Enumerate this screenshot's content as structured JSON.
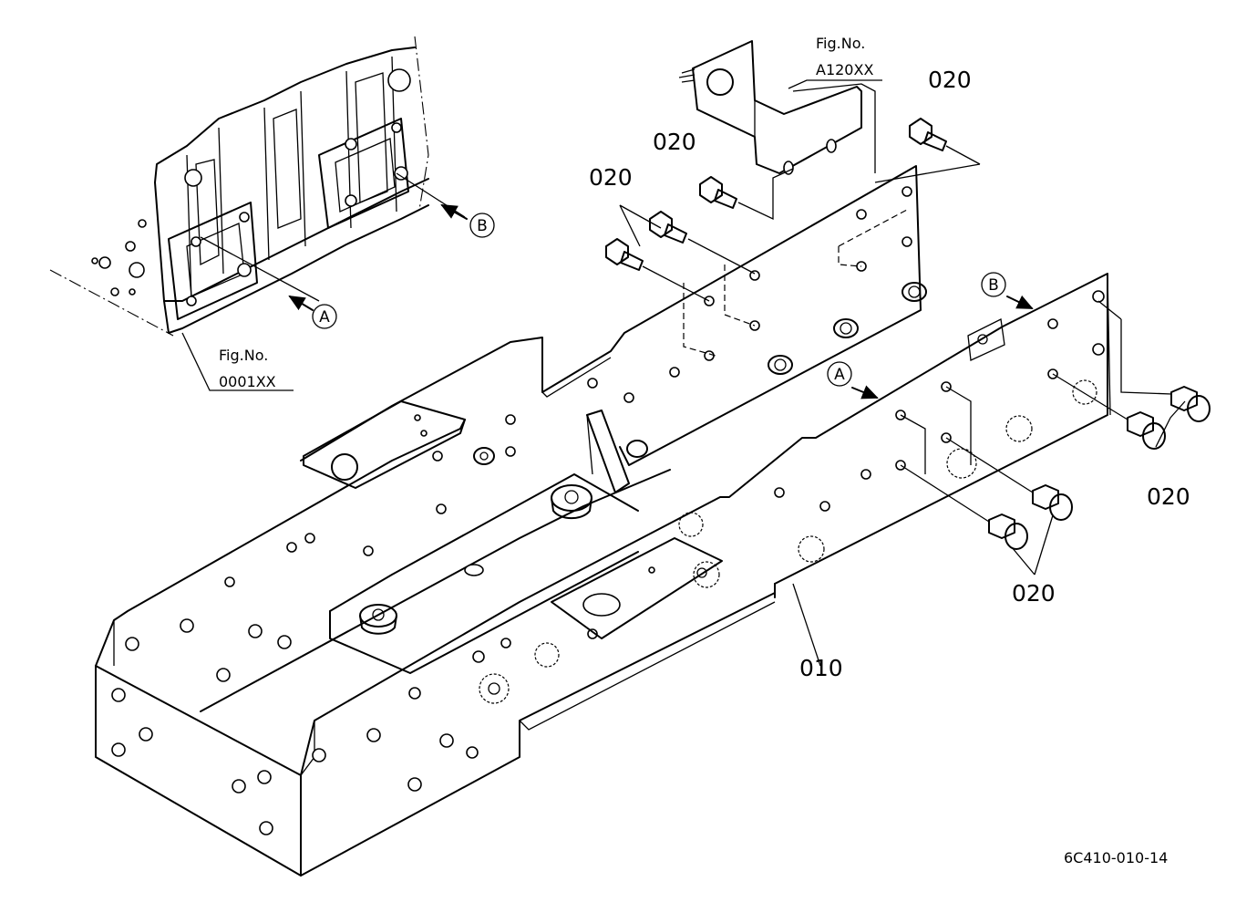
{
  "callouts": {
    "part_010": "010",
    "part_020": "020"
  },
  "refs": {
    "fig_label": "Fig.No.",
    "fig_upper": "A120XX",
    "fig_lower": "0001XX",
    "marker_a": "A",
    "marker_b": "B"
  },
  "drawing_code": "6C410-010-14"
}
